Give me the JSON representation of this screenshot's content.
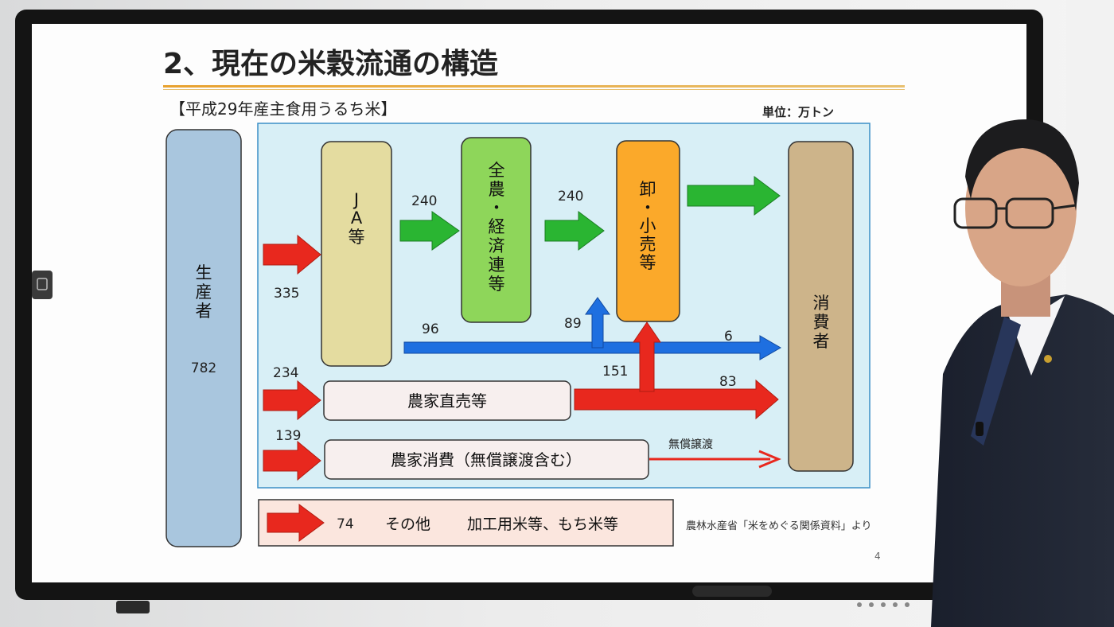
{
  "slide": {
    "title": "2、現在の米穀流通の構造",
    "subtitle": "【平成29年産主食用うるち米】",
    "unit": "単位：万トン",
    "source": "農林水産省「米をめぐる関係資料」より",
    "page_number": "4"
  },
  "nodes": {
    "producer": {
      "label": [
        "生",
        "産",
        "者"
      ],
      "value": "782"
    },
    "ja": {
      "label": [
        "J",
        "A",
        "等"
      ]
    },
    "zennoh": {
      "label": [
        "全",
        "農",
        "・",
        "経",
        "済",
        "連",
        "等"
      ]
    },
    "wholesale": {
      "label": [
        "卸",
        "・",
        "小",
        "売",
        "等"
      ]
    },
    "consumer": {
      "label": [
        "消",
        "費",
        "者"
      ]
    },
    "farm_direct": "農家直売等",
    "farm_consume": "農家消費（無償譲渡含む）"
  },
  "flows": {
    "producer_to_ja": "335",
    "ja_to_zennoh": "240",
    "zennoh_to_wholesale": "240",
    "ja_blue": "96",
    "blue_up_to_wholesale": "89",
    "blue_to_consumer": "6",
    "producer_to_farm_direct": "234",
    "farm_direct_up_to_wholesale": "151",
    "farm_direct_to_consumer": "83",
    "producer_to_farm_consume": "139",
    "free_transfer": "無償譲渡"
  },
  "other": {
    "value": "74",
    "label": "その他",
    "detail": "加工用米等、もち米等"
  },
  "colors": {
    "red_arrow": "#e8281e",
    "green_arrow": "#2ab532",
    "blue_arrow": "#1e6fe0",
    "producer_box": "#a9c6de",
    "ja_box": "#e4dca0",
    "zennoh_box": "#8ed65a",
    "wholesale_box": "#fba92a",
    "consumer_box": "#cdb48a",
    "panel_bg": "#d8eff6"
  }
}
